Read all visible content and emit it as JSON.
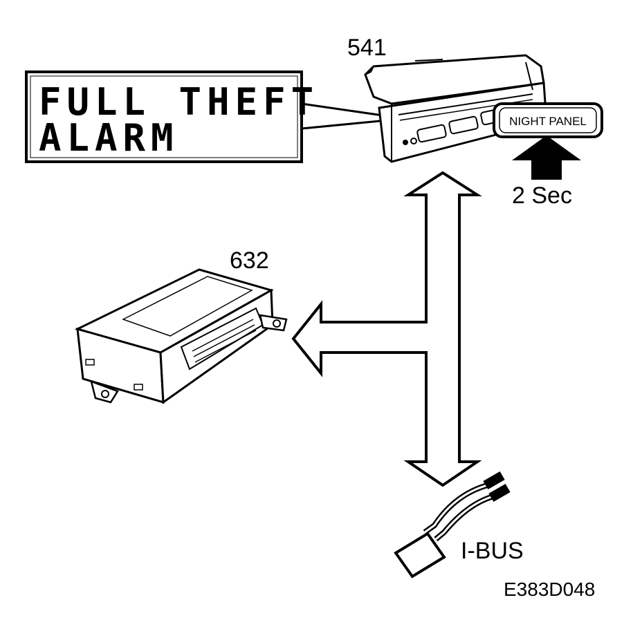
{
  "display": {
    "line1": "FULL THEFT",
    "line2": "ALARM"
  },
  "labels": {
    "instrument_cluster": "541",
    "control_module": "632",
    "night_panel": "NIGHT PANEL",
    "press_time": "2 Sec",
    "bus": "I-BUS",
    "figure_code": "E383D048"
  },
  "colors": {
    "ink": "#000000",
    "paper": "#ffffff",
    "shade": "#d9d9d9"
  }
}
